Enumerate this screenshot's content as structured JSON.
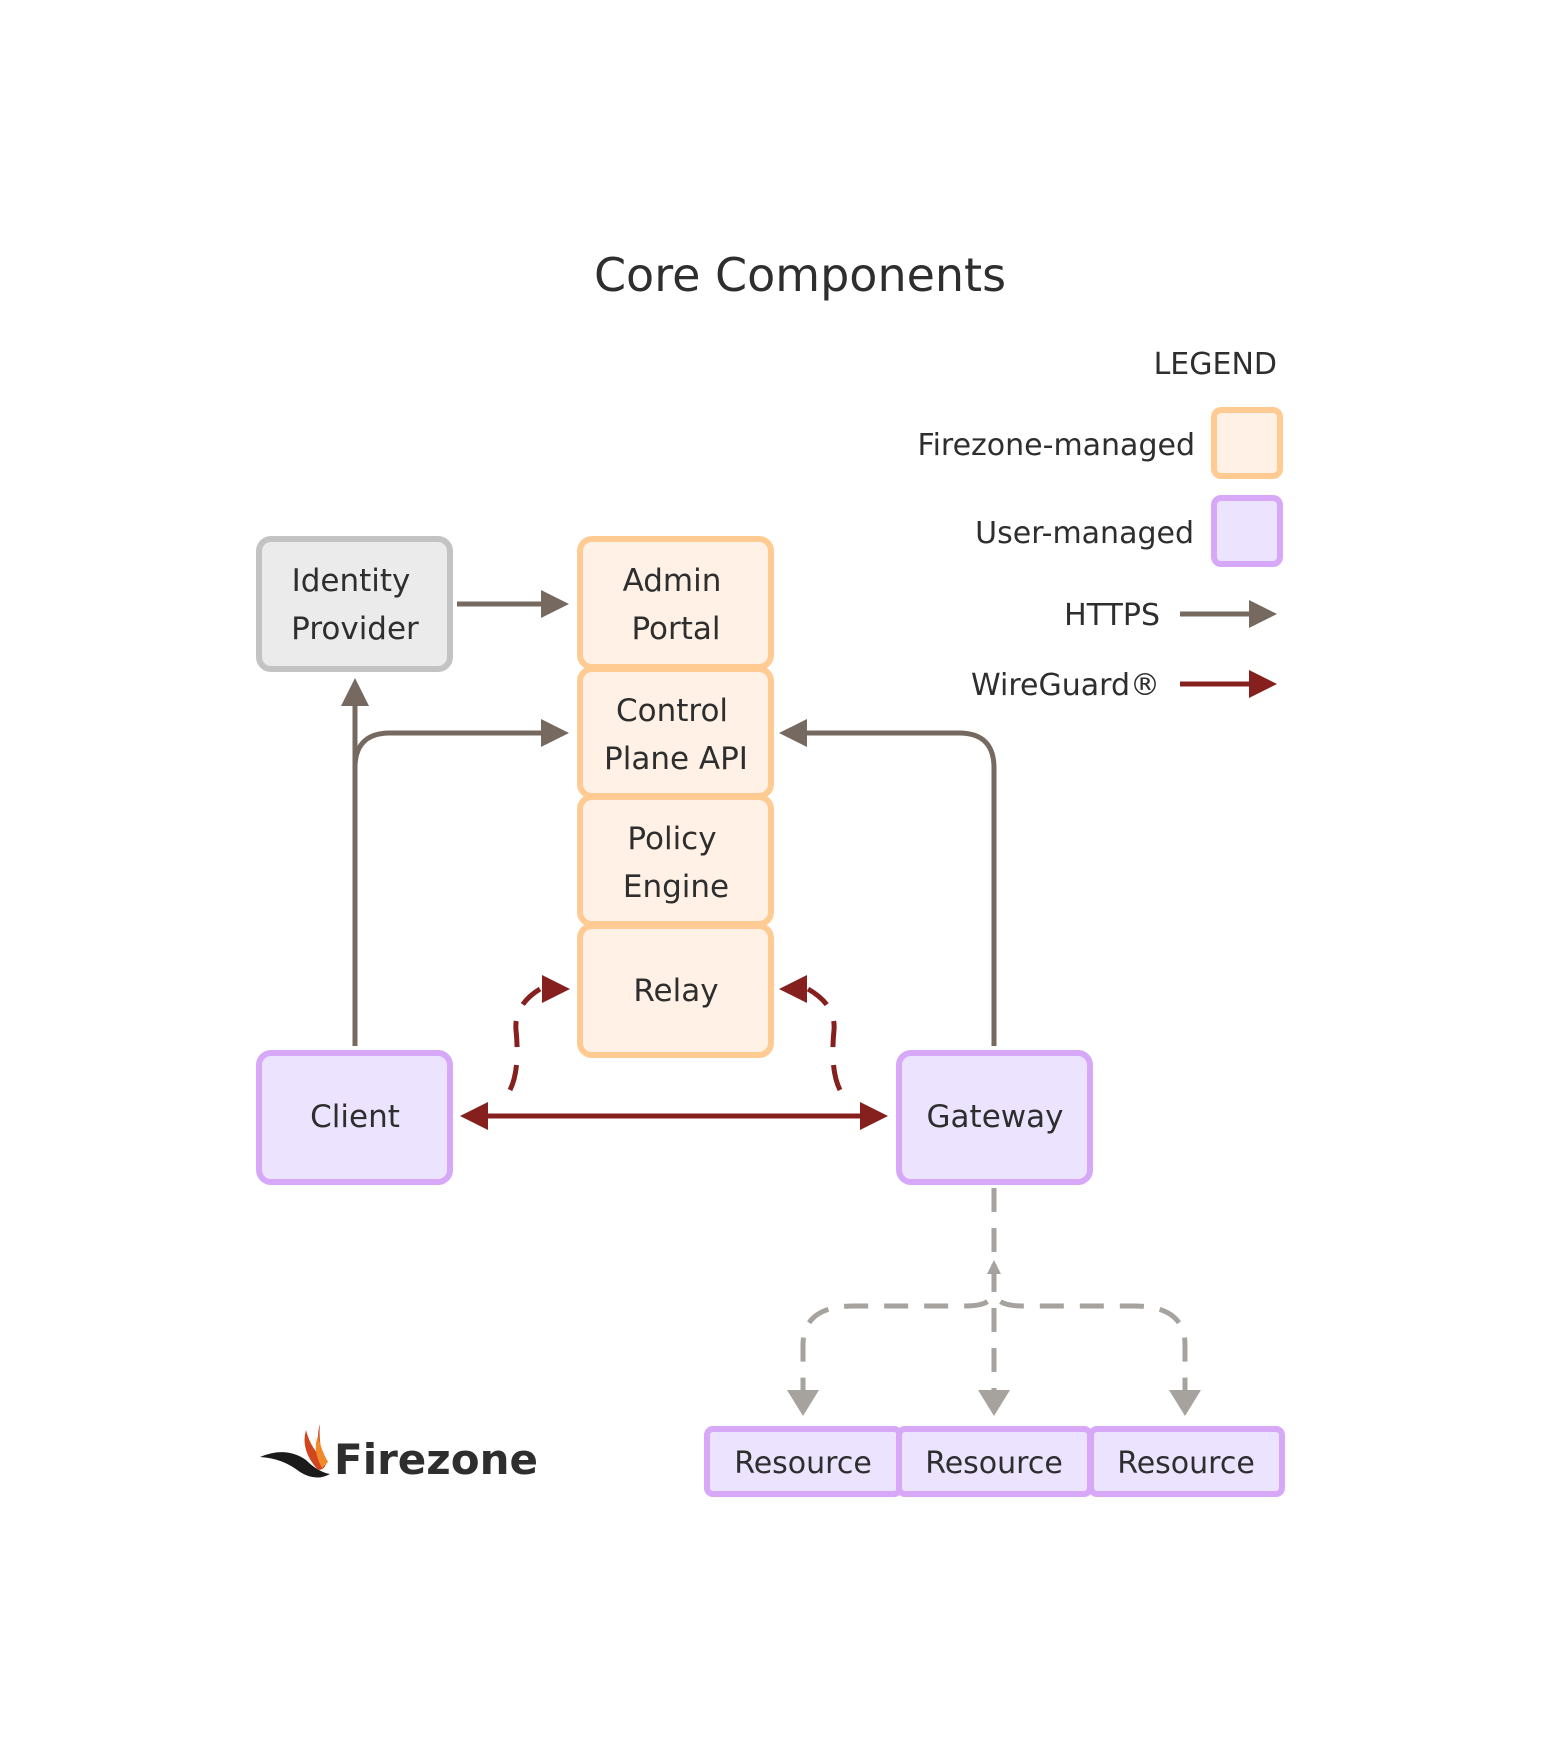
{
  "title": "Core Components",
  "legend": {
    "title": "LEGEND",
    "items": [
      {
        "label": "Firezone-managed",
        "kind": "box",
        "fill": "#fff1e6",
        "stroke": "#ffcb92"
      },
      {
        "label": "User-managed",
        "kind": "box",
        "fill": "#ece4ff",
        "stroke": "#d6a8f7"
      },
      {
        "label": "HTTPS",
        "kind": "arrow",
        "color": "#766a60"
      },
      {
        "label": "WireGuard®",
        "kind": "arrow",
        "color": "#85201f"
      }
    ]
  },
  "nodes": {
    "identity_provider": {
      "lines": [
        "Identity",
        "Provider"
      ],
      "category": "external"
    },
    "admin_portal": {
      "lines": [
        "Admin",
        "Portal"
      ],
      "category": "firezone-managed"
    },
    "control_plane_api": {
      "lines": [
        "Control",
        "Plane API"
      ],
      "category": "firezone-managed"
    },
    "policy_engine": {
      "lines": [
        "Policy",
        "Engine"
      ],
      "category": "firezone-managed"
    },
    "relay": {
      "lines": [
        "Relay"
      ],
      "category": "firezone-managed"
    },
    "client": {
      "lines": [
        "Client"
      ],
      "category": "user-managed"
    },
    "gateway": {
      "lines": [
        "Gateway"
      ],
      "category": "user-managed"
    },
    "resources": [
      {
        "label": "Resource"
      },
      {
        "label": "Resource"
      },
      {
        "label": "Resource"
      }
    ]
  },
  "edges": [
    {
      "from": "Identity Provider",
      "to": "Admin Portal",
      "type": "HTTPS"
    },
    {
      "from": "Client",
      "to": "Identity Provider",
      "type": "HTTPS"
    },
    {
      "from": "Client",
      "to": "Control Plane API",
      "type": "HTTPS"
    },
    {
      "from": "Gateway",
      "to": "Control Plane API",
      "type": "HTTPS"
    },
    {
      "from": "Client",
      "to": "Gateway",
      "type": "WireGuard®",
      "bidirectional": true
    },
    {
      "from": "Client",
      "to": "Relay",
      "type": "WireGuard®",
      "dashed": true
    },
    {
      "from": "Gateway",
      "to": "Relay",
      "type": "WireGuard®",
      "dashed": true
    },
    {
      "from": "Gateway",
      "to": "Resource",
      "type": "network",
      "dashed": true
    }
  ],
  "logo": {
    "text": "Firezone"
  },
  "colors": {
    "https": "#766a60",
    "wireguard": "#85201f",
    "network": "#a6a29e",
    "firezone_fill": "#fff1e6",
    "firezone_stroke": "#ffcb92",
    "user_fill": "#ece4ff",
    "user_stroke": "#d6a8f7",
    "external_fill": "#ebebeb",
    "external_stroke": "#c3c3c3"
  }
}
